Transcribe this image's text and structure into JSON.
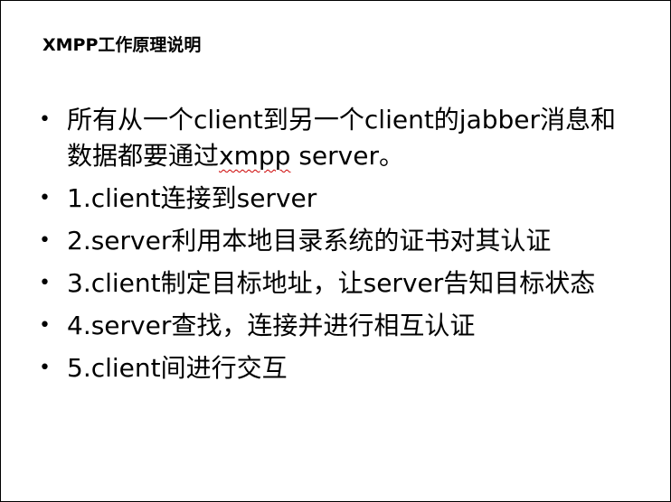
{
  "slide": {
    "title": "XMPP工作原理说明",
    "bullet_glyph": "•",
    "bullets": [
      {
        "before": "所有从一个client到另一个client的jabber消息和数据都要通过",
        "flagged": "xmpp",
        "after": " server。"
      },
      {
        "text": "1.client连接到server"
      },
      {
        "text": "2.server利用本地目录系统的证书对其认证"
      },
      {
        "text": "3.client制定目标地址，让server告知目标状态"
      },
      {
        "text": "4.server查找，连接并进行相互认证"
      },
      {
        "text": "5.client间进行交互"
      }
    ],
    "spellcheck_color": "#cc0000"
  }
}
